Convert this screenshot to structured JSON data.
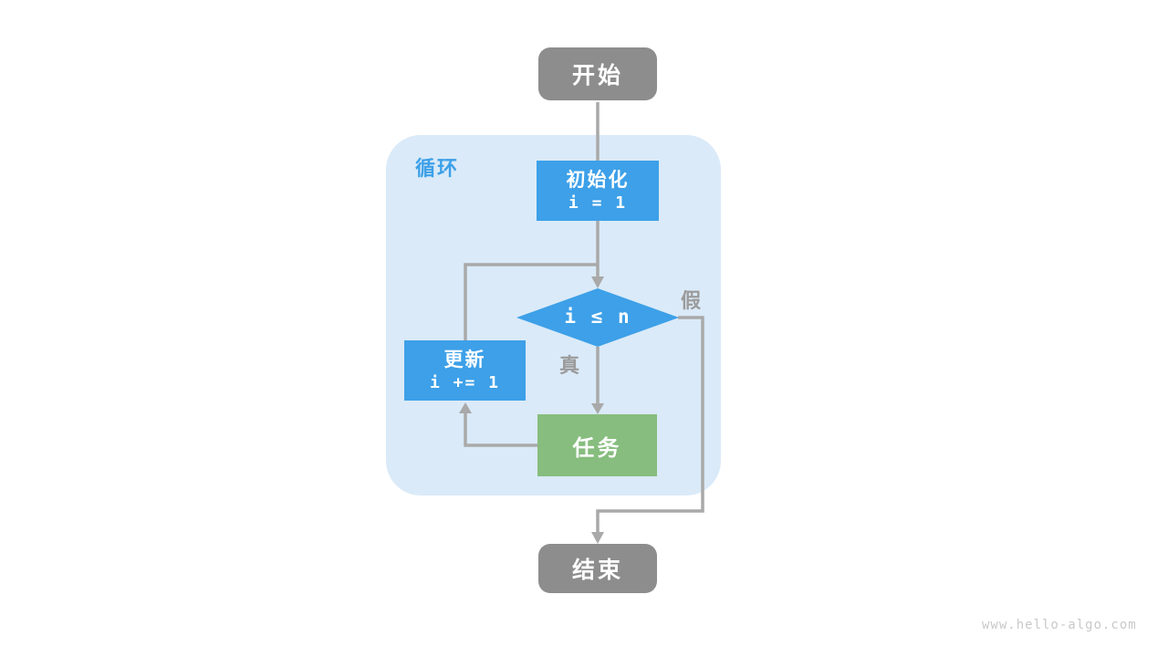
{
  "colors": {
    "bg": "#ffffff",
    "node-gray": "#8d8d8d",
    "blue": "#3da0e8",
    "green": "#87bd7e",
    "container-blue": "#daeaf8",
    "line-gray": "#a9a9a9",
    "edge-label-gray": "#9b9b9b",
    "watermark-gray": "#c9c9c9"
  },
  "flowchart": {
    "loop_container_label": "循环",
    "nodes": {
      "start": {
        "label": "开始"
      },
      "init": {
        "title": "初始化",
        "code": "i = 1"
      },
      "condition": {
        "expression": "i ≤ n"
      },
      "update": {
        "title": "更新",
        "code": "i += 1"
      },
      "task": {
        "label": "任务"
      },
      "end": {
        "label": "结束"
      }
    },
    "edges": {
      "true_label": "真",
      "false_label": "假"
    }
  },
  "watermark": "www.hello-algo.com"
}
